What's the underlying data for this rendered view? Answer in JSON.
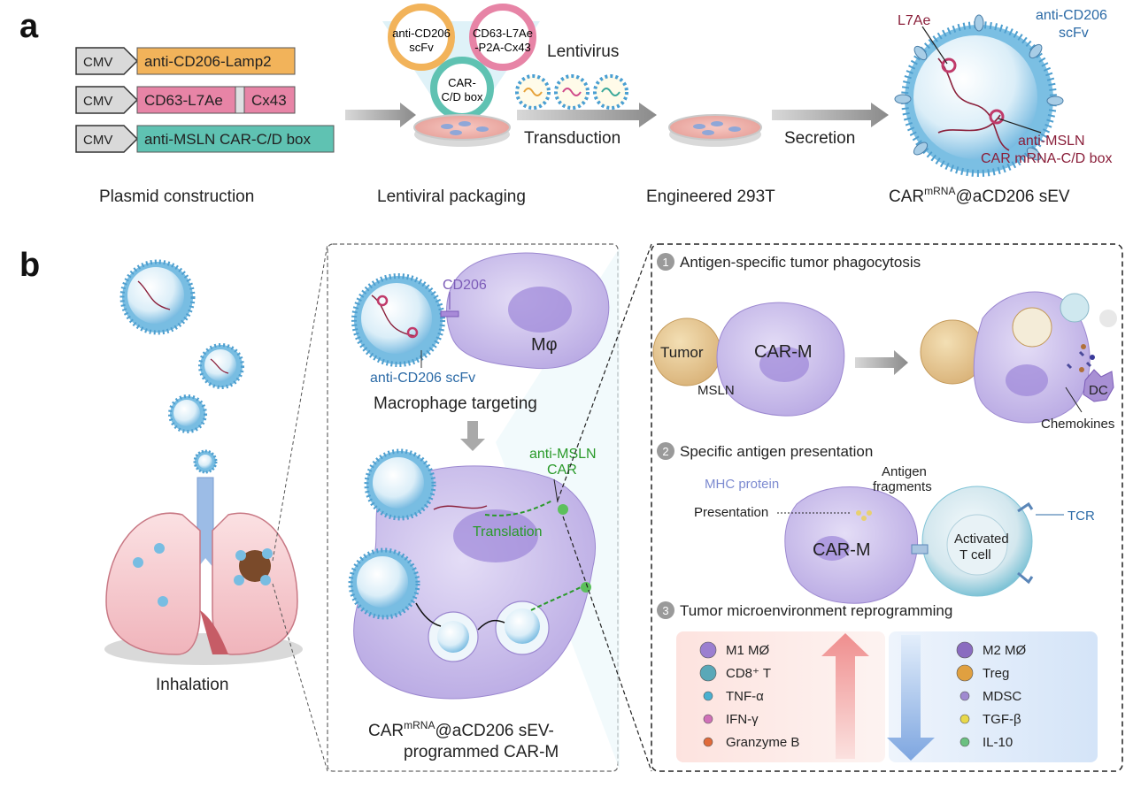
{
  "panel_a": {
    "letter": "a",
    "constructs": [
      {
        "promoter": "CMV",
        "label": "anti-CD206-Lamp2",
        "color": "#f2b35a"
      },
      {
        "promoter": "CMV",
        "label": "CD63-L7Ae",
        "extra": "Cx43",
        "color": "#e784a6"
      },
      {
        "promoter": "CMV",
        "label": "anti-MSLN CAR-C/D box",
        "color": "#5fc2b2"
      }
    ],
    "plasmids": [
      {
        "line1": "anti-CD206",
        "line2": "scFv",
        "color": "#f2b35a"
      },
      {
        "line1": "CD63-L7Ae",
        "line2": "-P2A-Cx43",
        "color": "#e784a6"
      },
      {
        "line1": "CAR-",
        "line2": "C/D box",
        "color": "#5fc2b2"
      }
    ],
    "arrow_top_label": "Lentivirus",
    "arrow_bottom_label": "Transduction",
    "secretion_label": "Secretion",
    "ev_labels": {
      "l7ae": "L7Ae",
      "scfv_line1": "anti-CD206",
      "scfv_line2": "scFv",
      "mrna_line1": "anti-MSLN",
      "mrna_line2": "CAR mRNA-C/D box"
    },
    "captions": {
      "plasmid": "Plasmid construction",
      "packaging": "Lentiviral packaging",
      "engineered": "Engineered 293T",
      "car_prefix": "CAR",
      "car_sup": "mRNA",
      "car_suffix": "@aCD206 sEV"
    }
  },
  "panel_b": {
    "letter": "b",
    "inhalation": "Inhalation",
    "middle": {
      "cd206": "CD206",
      "mphi": "Mφ",
      "scfv": "anti-CD206 scFv",
      "targeting": "Macrophage targeting",
      "car_line1": "anti-MSLN",
      "car_line2": "CAR",
      "translation": "Translation",
      "caption_prefix": "CAR",
      "caption_sup": "mRNA",
      "caption_suffix": "@aCD206 sEV-",
      "caption_line2": "programmed CAR-M"
    },
    "right": {
      "step1": {
        "num": "1",
        "title": "Antigen-specific tumor phagocytosis"
      },
      "tumor": "Tumor",
      "msln": "MSLN",
      "carm": "CAR-M",
      "dc": "DC",
      "chemokines": "Chemokines",
      "step2": {
        "num": "2",
        "title": "Specific antigen presentation"
      },
      "mhc": "MHC protein",
      "presentation": "Presentation",
      "fragments_line1": "Antigen",
      "fragments_line2": "fragments",
      "carm2": "CAR-M",
      "tcell_line1": "Activated",
      "tcell_line2": "T cell",
      "tcr": "TCR",
      "step3": {
        "num": "3",
        "title": "Tumor microenvironment reprogramming"
      },
      "up_list": [
        {
          "label": "M1 MØ",
          "color": "#9b7fd0"
        },
        {
          "label": "CD8⁺ T",
          "color": "#5aa8b8"
        },
        {
          "label": "TNF-α",
          "color": "#4ab0d0"
        },
        {
          "label": "IFN-γ",
          "color": "#d070b8"
        },
        {
          "label": "Granzyme B",
          "color": "#e06a3a"
        }
      ],
      "down_list": [
        {
          "label": "M2 MØ",
          "color": "#8a6cc0"
        },
        {
          "label": "Treg",
          "color": "#e0a040"
        },
        {
          "label": "MDSC",
          "color": "#a08ad0"
        },
        {
          "label": "TGF-β",
          "color": "#e8d84a"
        },
        {
          "label": "IL-10",
          "color": "#6ac080"
        }
      ]
    }
  }
}
